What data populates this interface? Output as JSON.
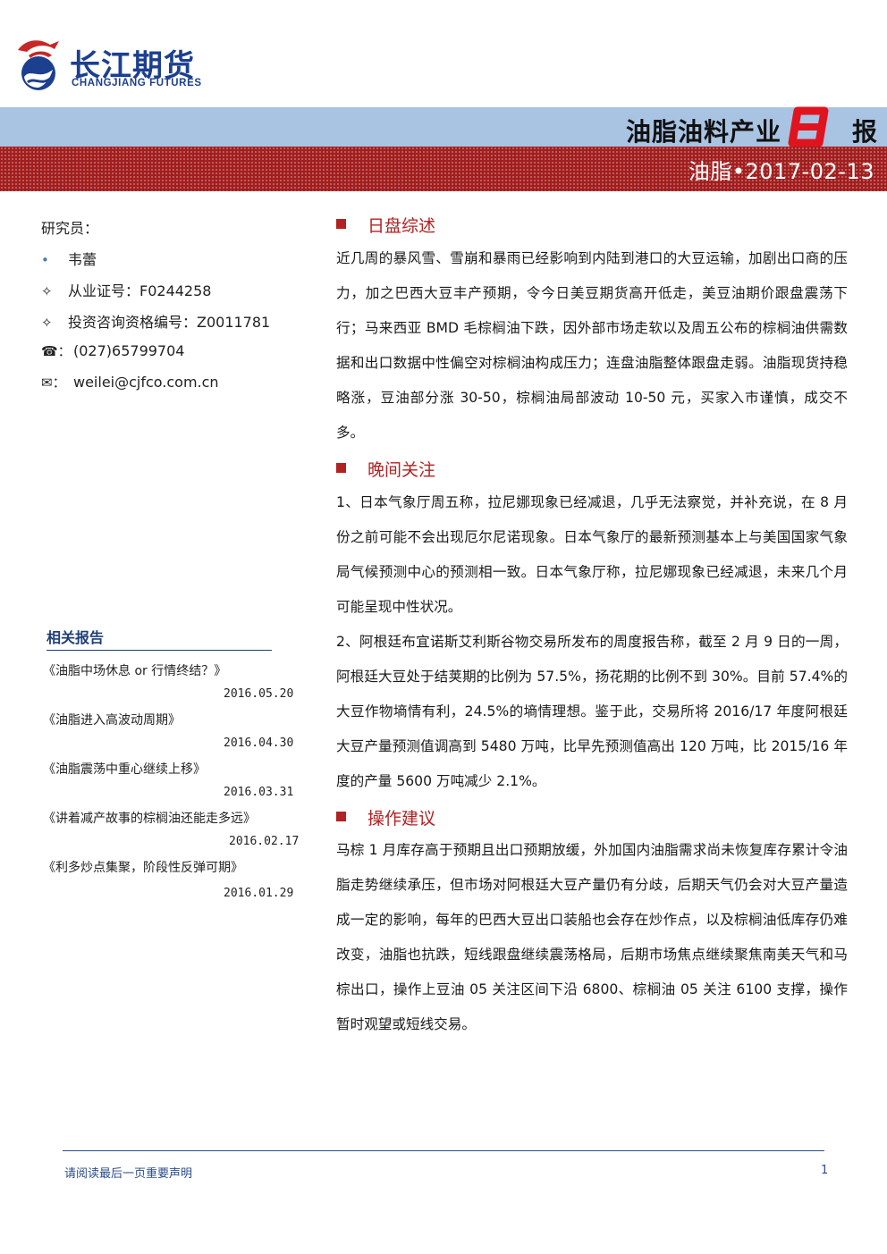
{
  "header": {
    "logo_cn": "长江期货",
    "logo_en": "CHANGJIANG FUTURES",
    "report_title": "油脂油料产业",
    "report_title_ri": "日",
    "report_title_bao": "报",
    "date_line": "油脂•2017-02-13",
    "colors": {
      "banner_blue": "#a9c3e3",
      "banner_red": "#a21e1e",
      "accent_red": "#e0141e",
      "brand_blue": "#1c3f8f"
    }
  },
  "sidebar": {
    "researcher_label": "研究员：",
    "contacts": [
      {
        "icon": "person-icon",
        "glyph": "•",
        "text": "韦蕾"
      },
      {
        "icon": "diamond-icon",
        "glyph": "✧",
        "text": "从业证号：F0244258"
      },
      {
        "icon": "diamond-icon",
        "glyph": "✧",
        "text": "投资咨询资格编号：Z0011781"
      },
      {
        "icon": "phone-icon",
        "glyph": "☎：",
        "text": "(027)65799704"
      },
      {
        "icon": "mail-icon",
        "glyph": "✉：",
        "text": "weilei@cjfco.com.cn"
      }
    ],
    "related_title": "相关报告",
    "reports": [
      {
        "title": "《油脂中场休息 or 行情终结？》",
        "date": "2016.05.20"
      },
      {
        "title": "《油脂进入高波动周期》",
        "date": "2016.04.30"
      },
      {
        "title": "《油脂震荡中重心继续上移》",
        "date": "2016.03.31"
      },
      {
        "title": "《讲着减产故事的棕榈油还能走多远》",
        "date": "2016.02.17"
      },
      {
        "title": "《利多炒点集聚，阶段性反弹可期》",
        "date": "2016.01.29"
      }
    ]
  },
  "main": {
    "sections": [
      {
        "title": "日盘综述",
        "paragraphs": [
          "近几周的暴风雪、雪崩和暴雨已经影响到内陆到港口的大豆运输，加剧出口商的压力，加之巴西大豆丰产预期，令今日美豆期货高开低走，美豆油期价跟盘震荡下行；马来西亚 BMD 毛棕榈油下跌，因外部市场走软以及周五公布的棕榈油供需数据和出口数据中性偏空对棕榈油构成压力；连盘油脂整体跟盘走弱。油脂现货持稳略涨，豆油部分涨 30-50，棕榈油局部波动 10-50 元，买家入市谨慎，成交不多。"
        ]
      },
      {
        "title": "晚间关注",
        "paragraphs": [
          "1、日本气象厅周五称，拉尼娜现象已经减退，几乎无法察觉，并补充说，在 8 月份之前可能不会出现厄尔尼诺现象。日本气象厅的最新预测基本上与美国国家气象局气候预测中心的预测相一致。日本气象厅称，拉尼娜现象已经减退，未来几个月可能呈现中性状况。",
          "2、阿根廷布宜诺斯艾利斯谷物交易所发布的周度报告称，截至 2 月 9 日的一周，阿根廷大豆处于结荚期的比例为 57.5%，扬花期的比例不到 30%。目前 57.4%的大豆作物墒情有利，24.5%的墒情理想。鉴于此，交易所将 2016/17 年度阿根廷大豆产量预测值调高到 5480 万吨，比早先预测值高出 120 万吨，比 2015/16 年度的产量 5600 万吨减少 2.1%。"
        ]
      },
      {
        "title": "操作建议",
        "paragraphs": [
          "马棕 1 月库存高于预期且出口预期放缓，外加国内油脂需求尚未恢复库存累计令油脂走势继续承压，但市场对阿根廷大豆产量仍有分歧，后期天气仍会对大豆产量造成一定的影响，每年的巴西大豆出口装船也会存在炒作点，以及棕榈油低库存仍难改变，油脂也抗跌，短线跟盘继续震荡格局，后期市场焦点继续聚焦南美天气和马棕出口，操作上豆油 05 关注区间下沿 6800、棕榈油 05 关注 6100 支撑，操作暂时观望或短线交易。"
        ]
      }
    ]
  },
  "footer": {
    "disclaimer": "请阅读最后一页重要声明",
    "page_number": "1"
  }
}
